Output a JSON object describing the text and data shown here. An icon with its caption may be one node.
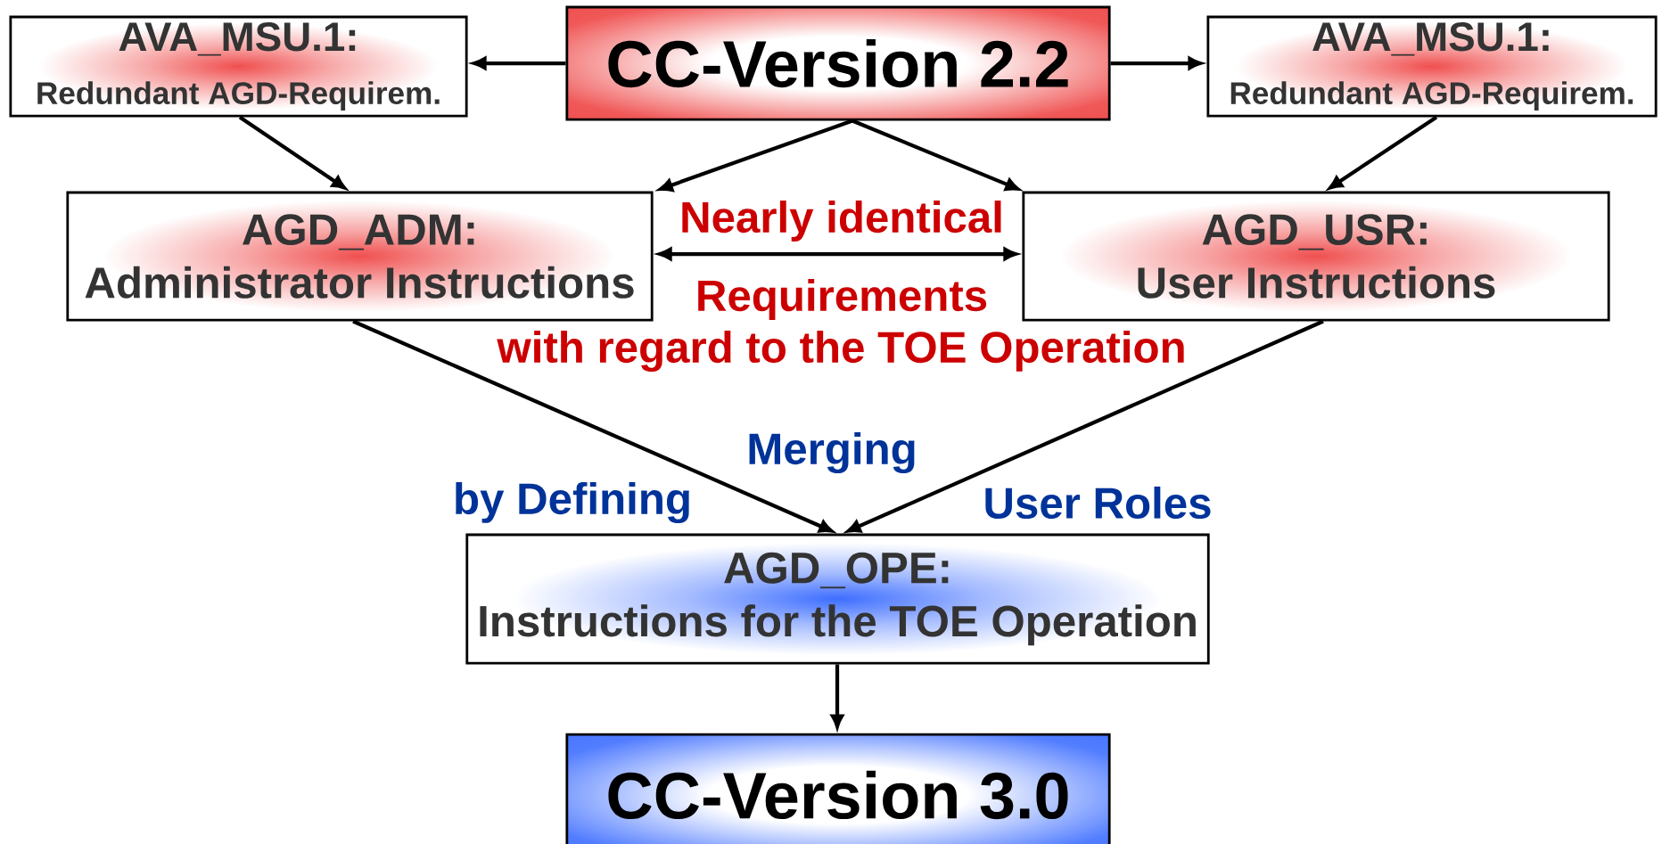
{
  "diagram": {
    "nodes": [
      {
        "text": [
          "CC-Version 2.2"
        ]
      },
      {
        "text": [
          "AVA_MSU.1:",
          "Redundant AGD-Requirem."
        ]
      },
      {
        "text": [
          "AVA_MSU.1:",
          "Redundant AGD-Requirem."
        ]
      },
      {
        "text": [
          "AGD_ADM:",
          "Administrator Instructions"
        ]
      },
      {
        "text": [
          "AGD_USR:",
          "User Instructions"
        ]
      },
      {
        "text": [
          "AGD_OPE:",
          "Instructions for the TOE Operation"
        ]
      },
      {
        "text": [
          "CC-Version 3.0"
        ]
      }
    ],
    "edges": [
      {
        "from": 0,
        "to": 1,
        "arrow": "to"
      },
      {
        "from": 0,
        "to": 2,
        "arrow": "to"
      },
      {
        "from": 1,
        "to": 3,
        "arrow": "to"
      },
      {
        "from": 2,
        "to": 4,
        "arrow": "to"
      },
      {
        "from": 0,
        "to": 3,
        "arrow": "to"
      },
      {
        "from": 0,
        "to": 4,
        "arrow": "to"
      },
      {
        "from": 3,
        "to": 4,
        "arrow": "both",
        "label": "Nearly identical"
      },
      {
        "from": 3,
        "to": 5,
        "arrow": "to"
      },
      {
        "from": 4,
        "to": 5,
        "arrow": "to"
      },
      {
        "from": 5,
        "to": 6,
        "arrow": "to"
      }
    ],
    "labels": [
      "Requirements",
      "with regard to the TOE Operation",
      "Merging",
      "by Defining",
      "User Roles"
    ]
  }
}
